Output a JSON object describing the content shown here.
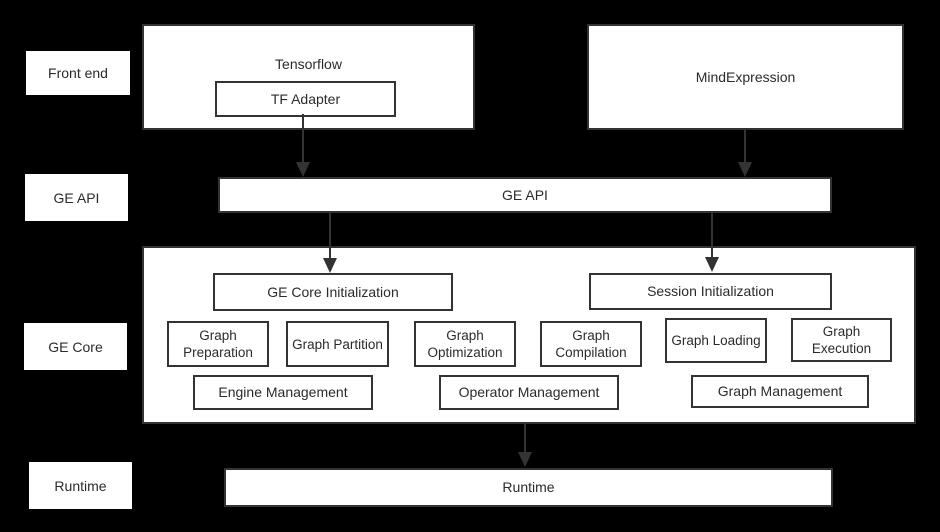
{
  "colors": {
    "background": "#000000",
    "box_fill": "#ffffff",
    "border": "#333333",
    "text": "#2b2b2b",
    "arrow": "#333333"
  },
  "side_labels": {
    "front_end": "Front end",
    "ge_api": "GE API",
    "ge_core": "GE Core",
    "runtime": "Runtime"
  },
  "front_end": {
    "tensorflow_label": "Tensorflow",
    "tf_adapter_label": "TF Adapter",
    "mindexpression_label": "MindExpression"
  },
  "ge_api": {
    "bar_label": "GE API"
  },
  "ge_core": {
    "ge_core_init_label": "GE Core Initialization",
    "session_init_label": "Session Initialization",
    "phases": [
      "Graph Preparation",
      "Graph Partition",
      "Graph Optimization",
      "Graph Compilation",
      "Graph Loading",
      "Graph Execution"
    ],
    "managers": [
      "Engine Management",
      "Operator Management",
      "Graph Management"
    ]
  },
  "runtime": {
    "bar_label": "Runtime"
  }
}
